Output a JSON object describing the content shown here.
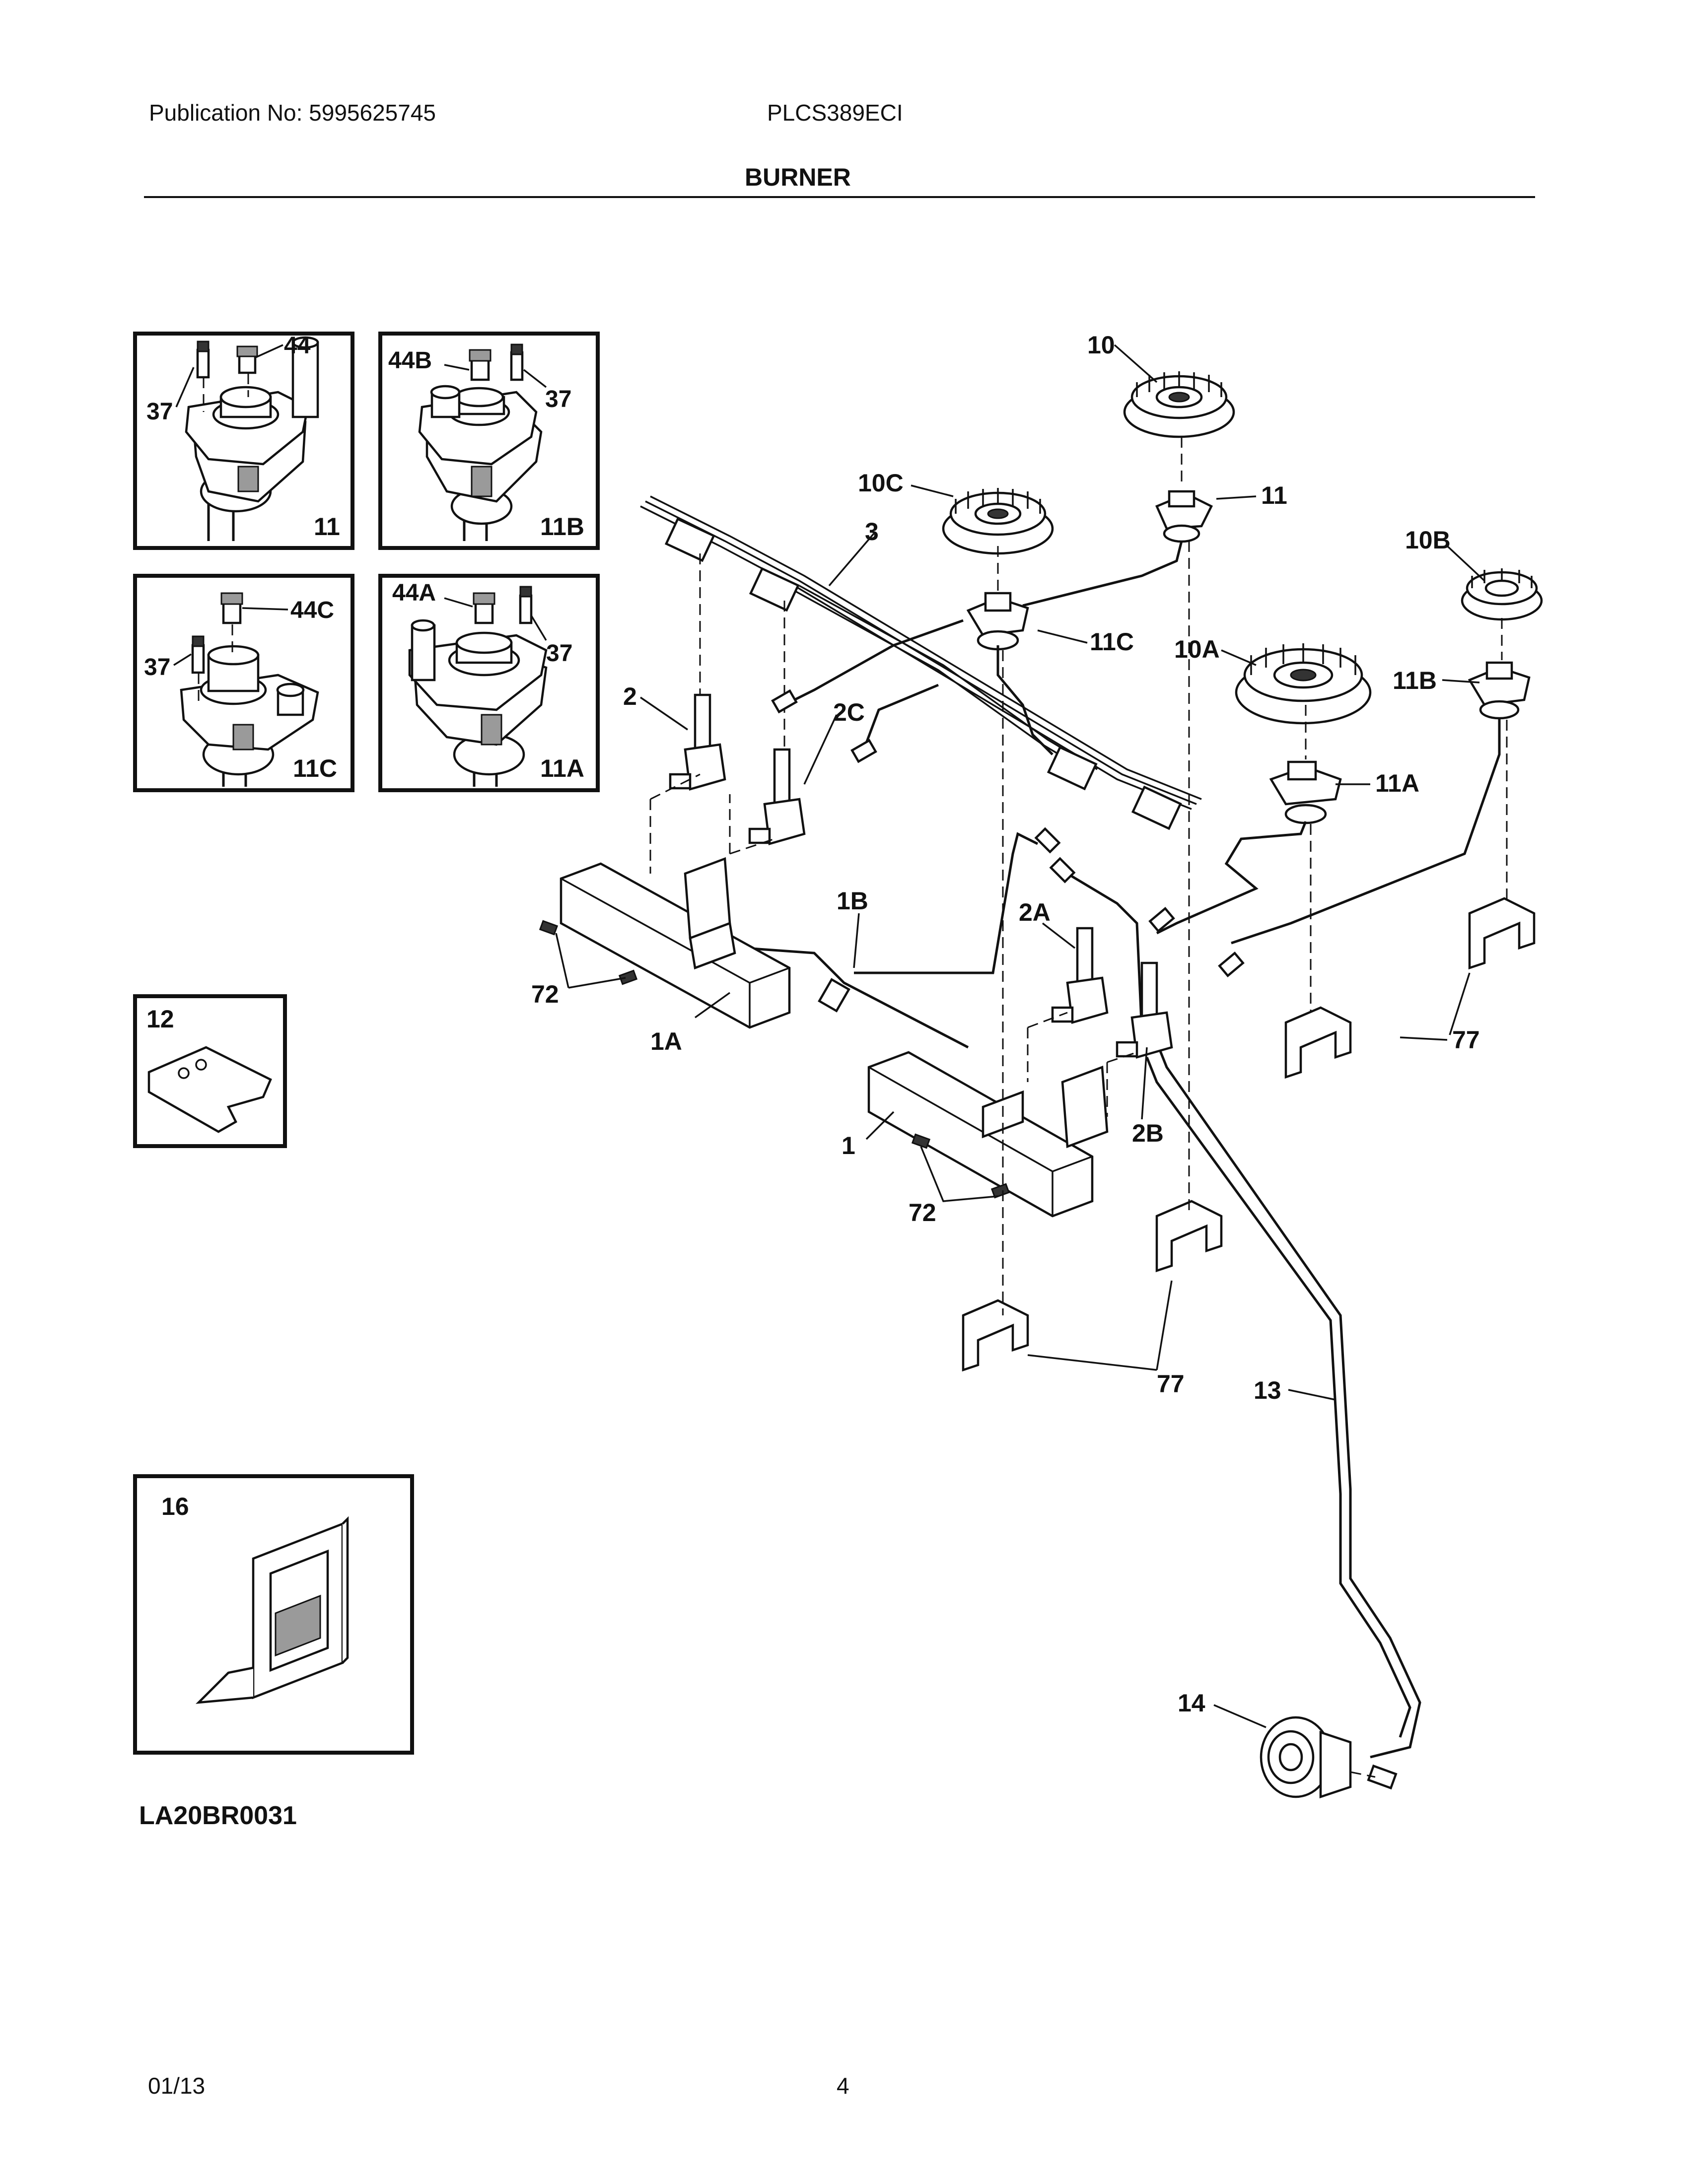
{
  "header": {
    "publication": "Publication No: 5995625745",
    "model": "PLCS389ECI",
    "section_title": "BURNER"
  },
  "footer": {
    "date": "01/13",
    "page": "4",
    "diagram_code": "LA20BR0031"
  },
  "inset_labels": {
    "inset_11": [
      "44",
      "37",
      "11"
    ],
    "inset_11b": [
      "44B",
      "37",
      "11B"
    ],
    "inset_11c": [
      "44C",
      "37",
      "11C"
    ],
    "inset_11a": [
      "44A",
      "37",
      "11A"
    ],
    "inset_12": [
      "12"
    ],
    "inset_16": [
      "16"
    ]
  },
  "callouts": [
    "10",
    "10C",
    "11",
    "3",
    "10B",
    "11C",
    "10A",
    "11B",
    "2",
    "2C",
    "11A",
    "1B",
    "2A",
    "72",
    "1A",
    "77",
    "1",
    "2B",
    "72",
    "77",
    "13",
    "14"
  ]
}
